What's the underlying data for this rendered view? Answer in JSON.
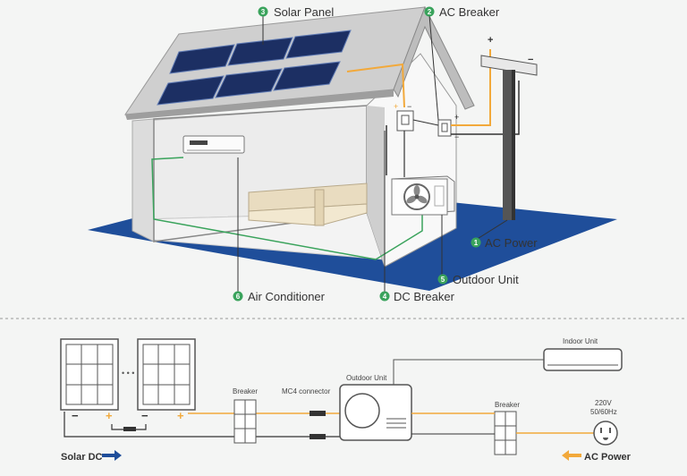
{
  "colors": {
    "background": "#f4f5f4",
    "ground": "#1f4e9a",
    "ac_wire": "#f2a93b",
    "dc_wire": "#333333",
    "green_line": "#3aa35c",
    "badge": "#3aa35c",
    "arrow_blue": "#1f4e9a",
    "arrow_orange": "#f2a93b"
  },
  "callouts": [
    {
      "num": "1",
      "label": "AC Power"
    },
    {
      "num": "2",
      "label": "AC Breaker"
    },
    {
      "num": "3",
      "label": "Solar Panel"
    },
    {
      "num": "4",
      "label": "DC Breaker"
    },
    {
      "num": "5",
      "label": "Outdoor Unit"
    },
    {
      "num": "6",
      "label": "Air Conditioner"
    }
  ],
  "schematic": {
    "ellipsis": "• • •",
    "minus": "−",
    "plus": "+",
    "breaker_left": "Breaker",
    "mc4": "MC4 connector",
    "outdoor_unit": "Outdoor Unit",
    "indoor_unit": "Indoor Unit",
    "breaker_right": "Breaker",
    "voltage": "220V",
    "frequency": "50/60Hz",
    "legend_dc": "Solar DC",
    "legend_ac": "AC Power"
  },
  "icons": [
    "solar-panel-icon",
    "fan-icon",
    "power-outlet-icon",
    "arrow-right-icon",
    "arrow-left-icon"
  ]
}
